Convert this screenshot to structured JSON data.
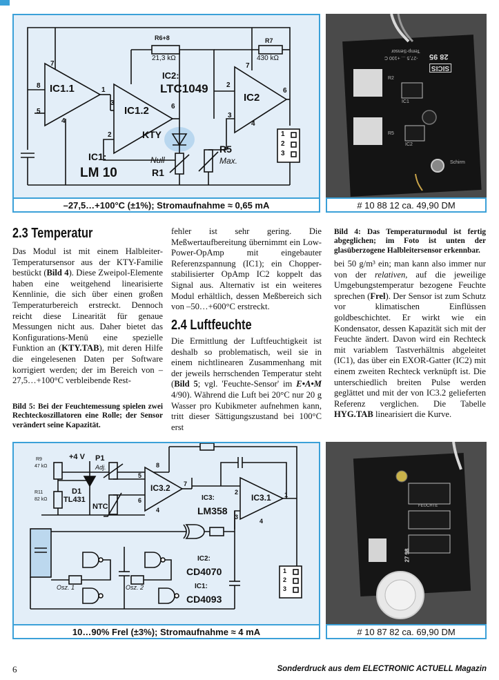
{
  "fig_top": {
    "ic1_label": "IC1:",
    "ic1_type": "LM 10",
    "ic11": "IC1.1",
    "ic12": "IC1.2",
    "ic2_label": "IC2:",
    "ic2_type": "LTC1049",
    "ic2": "IC2",
    "r68_name": "R6+8",
    "r68_value": "21,3 kΩ",
    "r7_name": "R7",
    "r7_value": "430 kΩ",
    "kty": "KTY",
    "null": "Null",
    "r1": "R1",
    "r5": "R5",
    "max": "Max.",
    "pins": [
      "7",
      "8",
      "1",
      "5",
      "4",
      "3",
      "6",
      "2",
      "7",
      "2",
      "3",
      "4",
      "6",
      "1",
      "2",
      "3"
    ],
    "caption": "–27,5…+100°C (±1%); Stromaufnahme ≈ 0,65 mA",
    "order": "# 10 88 12  ca. 49,90 DM",
    "pcb_text": [
      "28 95",
      "SICIS",
      "Temp-Sensor",
      "-27,5 ... +100 C",
      "Schirm",
      "IC1",
      "IC2",
      "R2",
      "R5"
    ]
  },
  "section1": {
    "heading": "2.3 Temperatur",
    "para": [
      {
        "t": "Das Modul ist mit einem Halbleiter-Temperatursensor aus der KTY-Familie bestückt ("
      },
      {
        "t": "Bild 4",
        "b": true
      },
      {
        "t": "). Diese Zweipol-Elemente haben eine weitgehend linearisierte Kennlinie, die sich über einen großen Temperaturbereich erstreckt. Dennoch reicht diese Linearität für genaue Messungen nicht aus. Daher bietet das Konfigurations-Menü eine spezielle Funktion an ("
      },
      {
        "t": "KTY.TAB",
        "b": true
      },
      {
        "t": "), mit deren Hilfe die eingelesenen Daten per Software korrigiert werden; der im Bereich von –27,5…+100°C verbleibende Restfehler ist sehr gering. Die Meßwertaufbereitung übernimmt ein Low-Power-OpAmp mit eingebauter Referenzspannung (IC1); ein Chopper-stabilisierter OpAmp IC2 koppelt das Signal aus. Alternativ ist ein weiteres Modul erhältlich, dessen Meßbereich sich von –50…+600°C erstreckt."
      }
    ]
  },
  "caption5": "Bild 5: Bei der Feuchtemessung spielen zwei Rechteckoszillatoren eine Rolle; der Sensor verändert seine Kapazität.",
  "caption4": "Bild 4: Das Temperaturmodul ist fertig abgeglichen; im Foto ist unten der glasüberzogene Halbleitersensor erkennbar.",
  "section2": {
    "heading": "2.4 Luftfeuchte",
    "para": [
      {
        "t": "Die Ermittlung der Luftfeuchtigkeit ist deshalb so problematisch, weil sie in einem nichtlinearen Zusammenhang mit der jeweils herrschenden Temperatur steht ("
      },
      {
        "t": "Bild 5",
        "b": true
      },
      {
        "t": "; vgl. 'Feuchte-Sensor' im "
      },
      {
        "t": "E•A•M",
        "b": true,
        "i": true
      },
      {
        "t": " 4/90). Während die Luft bei 20°C nur 20 g Wasser pro Kubikmeter aufnehmen kann, tritt dieser Sättigungszustand bei 100°C erst bei 50 g/m³ ein; man kann also immer nur von der "
      },
      {
        "t": "relativen",
        "i": true
      },
      {
        "t": ", auf die jeweilige Umgebungstemperatur bezogene Feuchte sprechen ("
      },
      {
        "t": "Frel",
        "b": true
      },
      {
        "t": "). Der Sensor ist zum Schutz vor klimatischen Einflüssen goldbeschichtet. Er wirkt wie ein Kondensator, dessen Kapazität sich mit der Feuchte ändert. Davon wird ein Rechteck mit variablem Tastverhältnis abgeleitet (IC1), das über ein EXOR-Gatter (IC2) mit einem zweiten Rechteck verknüpft ist. Die unterschiedlich breiten Pulse werden geglättet und mit der von IC3.2 gelieferten Referenz verglichen. Die Tabelle "
      },
      {
        "t": "HYG.TAB",
        "b": true
      },
      {
        "t": " linearisiert die Kurve."
      }
    ]
  },
  "fig_bottom": {
    "v4": "+4 V",
    "r9": "R9",
    "r9v": "47 kΩ",
    "r11": "R11",
    "r11v": "82 kΩ",
    "d1": "D1",
    "tl431": "TL431",
    "p1": "P1",
    "adj": "Adj.",
    "ntc": "NTC",
    "ic32": "IC3.2",
    "ic31": "IC3.1",
    "ic3_label": "IC3:",
    "ic3_type": "LM358",
    "ic2_label": "IC2:",
    "ic2_type": "CD4070",
    "ic1_label": "IC1:",
    "ic1_type": "CD4093",
    "osz1": "Osz. 1",
    "osz2": "Osz. 2",
    "pins": [
      "8",
      "5",
      "6",
      "4",
      "7",
      "2",
      "3",
      "4",
      "1",
      "1",
      "2",
      "3"
    ],
    "caption": "10…90% Frel (±3%); Stromaufnahme ≈ 4 mA",
    "order": "# 10 87 82  ca. 69,90 DM",
    "pcb_text": [
      "27 98",
      "FEUCHTE"
    ]
  },
  "footer": {
    "page": "6",
    "right": "Sonderdruck aus dem ELECTRONIC ACTUELL Magazin"
  }
}
